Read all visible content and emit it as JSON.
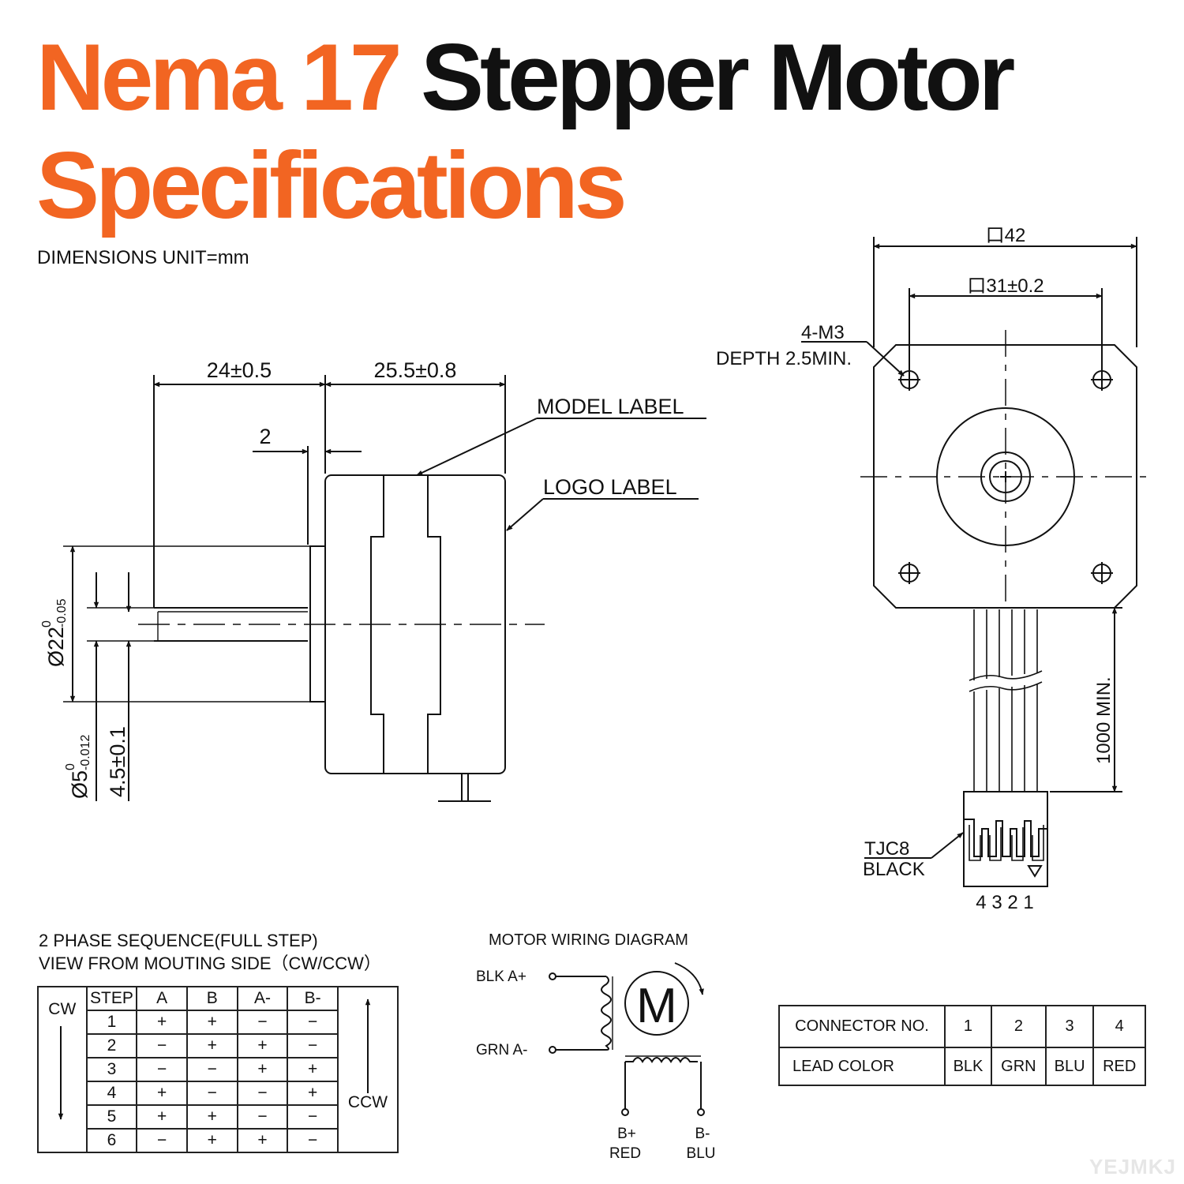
{
  "title": {
    "line1_orange": "Nema 17",
    "line1_black": "Stepper Motor",
    "line2": "Specifications"
  },
  "units_note": "DIMENSIONS UNIT=mm",
  "side_view": {
    "dim_shaft_length": "24±0.5",
    "dim_body_length": "25.5±0.8",
    "dim_boss": "2",
    "label_model": "MODEL LABEL",
    "label_logo": "LOGO LABEL",
    "dim_boss_dia": "Ø22",
    "dim_boss_dia_tol_upper": "0",
    "dim_boss_dia_tol_lower": "-0.05",
    "dim_shaft_dia": "Ø5",
    "dim_shaft_dia_tol_upper": "0",
    "dim_shaft_dia_tol_lower": "-0.012",
    "dim_flat": "4.5±0.1"
  },
  "front_view": {
    "dim_outer": "口42",
    "dim_holes": "口31±0.2",
    "holes_label_1": "4-M3",
    "holes_label_2": "DEPTH 2.5MIN.",
    "dim_cable": "1000 MIN.",
    "connector_label_1": "TJC8",
    "connector_label_2": "BLACK",
    "connector_pins": "4 3 2 1"
  },
  "sequence": {
    "caption_line1": "2 PHASE SEQUENCE(FULL STEP)",
    "caption_line2": "VIEW FROM MOUTING SIDE（CW/CCW）",
    "cw_label": "CW",
    "ccw_label": "CCW",
    "headers": [
      "STEP",
      "A",
      "B",
      "A-",
      "B-"
    ],
    "rows": [
      [
        "1",
        "+",
        "+",
        "−",
        "−"
      ],
      [
        "2",
        "−",
        "+",
        "+",
        "−"
      ],
      [
        "3",
        "−",
        "−",
        "+",
        "+"
      ],
      [
        "4",
        "+",
        "−",
        "−",
        "+"
      ],
      [
        "5",
        "+",
        "+",
        "−",
        "−"
      ],
      [
        "6",
        "−",
        "+",
        "+",
        "−"
      ]
    ]
  },
  "wiring": {
    "title": "MOTOR WIRING  DIAGRAM",
    "a_plus": "BLK  A+",
    "a_minus": "GRN  A-",
    "b_plus": "B+",
    "b_plus_color": "RED",
    "b_minus": "B-",
    "b_minus_color": "BLU",
    "motor_symbol": "M"
  },
  "connector_table": {
    "row1_label": "CONNECTOR NO.",
    "row2_label": "LEAD COLOR",
    "numbers": [
      "1",
      "2",
      "3",
      "4"
    ],
    "colors": [
      "BLK",
      "GRN",
      "BLU",
      "RED"
    ]
  },
  "watermark": "YEJMKJ",
  "colors": {
    "accent": "#f26522",
    "ink": "#111111"
  }
}
